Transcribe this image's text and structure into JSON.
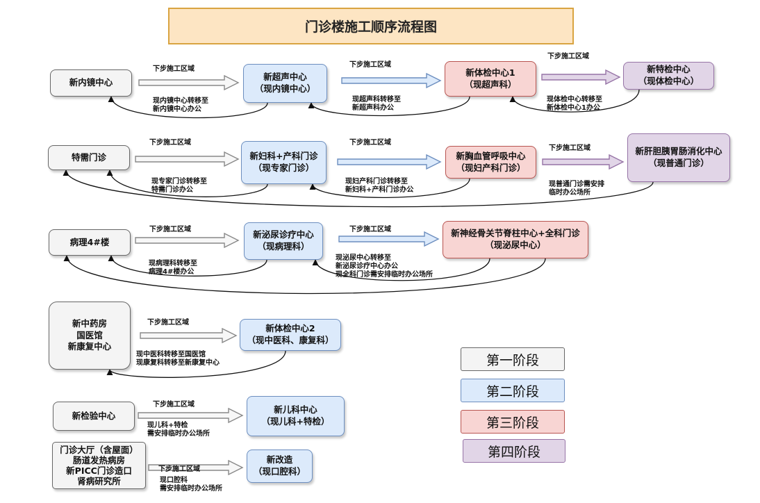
{
  "title": "门诊楼施工顺序流程图",
  "next_label": "下步施工区域",
  "nodes": {
    "endo_new": [
      "新内镜中心"
    ],
    "us_new": [
      "新超声中心",
      "（现内镜中心）"
    ],
    "exam1_new": [
      "新体检中心1",
      "（现超声科）"
    ],
    "special_exam_new": [
      "新特检中心",
      "（现体检中心）"
    ],
    "special_clinic": [
      "特需门诊"
    ],
    "gyn_new": [
      "新妇科+产科门诊",
      "（现专家门诊）"
    ],
    "chest_new": [
      "新胸血管呼吸中心",
      "（现妇产科门诊）"
    ],
    "hepato_new": [
      "新肝胆胰胃肠消化中心",
      "（现普通门诊）"
    ],
    "patho4": [
      "病理4#楼"
    ],
    "uro_new": [
      "新泌尿诊疗中心",
      "（现病理科）"
    ],
    "neuro_new": [
      "新神经骨关节脊柱中心+全科门诊",
      "（现泌尿中心）"
    ],
    "tcm_new": [
      "新中药房",
      "国医馆",
      "新康复中心"
    ],
    "exam2_new": [
      "新体检中心2",
      "（现中医科、康复科）"
    ],
    "lab_new": [
      "新检验中心"
    ],
    "peds_new": [
      "新儿科中心",
      "（现儿科+特检）"
    ],
    "hall": [
      "门诊大厅（含屋面）",
      "肠道发热病房",
      "新PICC门诊造口",
      "肾病研究所"
    ],
    "reno_new": [
      "新改造",
      "（现口腔科）"
    ]
  },
  "notes": {
    "r1a": [
      "现内镜中心转移至",
      "新内镜中心办公"
    ],
    "r1b": [
      "现超声科转移至",
      "新超声科办公"
    ],
    "r1c": [
      "现体检中心转移至",
      "新体检中心1办公"
    ],
    "r2a": [
      "现专家门诊转移至",
      "特需门诊办公"
    ],
    "r2b": [
      "现妇产科门诊转移至",
      "新妇科+产科门诊办公"
    ],
    "r2c": [
      "现普通门诊需安排",
      "临时办公场所"
    ],
    "r3a": [
      "现病理科转移至",
      "病理4#楼办公"
    ],
    "r3b": [
      "现泌尿中心转移至",
      "新泌尿诊疗中心办公",
      "现全科门诊需安排临时办公场所"
    ],
    "r4": [
      "现中医科转移至国医馆",
      "现康复科转移至新康复中心"
    ],
    "r5": [
      "现儿科+特检",
      "需安排临时办公场所"
    ],
    "r6": [
      "现口腔科",
      "需安排临时办公场所"
    ]
  },
  "legend": [
    "第一阶段",
    "第二阶段",
    "第三阶段",
    "第四阶段"
  ],
  "colors": {
    "stage1_fill": "#f4f4f4",
    "stage1_border": "#666666",
    "stage2_fill": "#dceafb",
    "stage2_border": "#6c8ebf",
    "stage3_fill": "#f8d5d3",
    "stage3_border": "#b85450",
    "stage4_fill": "#e1d5e7",
    "stage4_border": "#9673a6",
    "title_fill": "#fde5c3",
    "title_border": "#d9a441"
  }
}
